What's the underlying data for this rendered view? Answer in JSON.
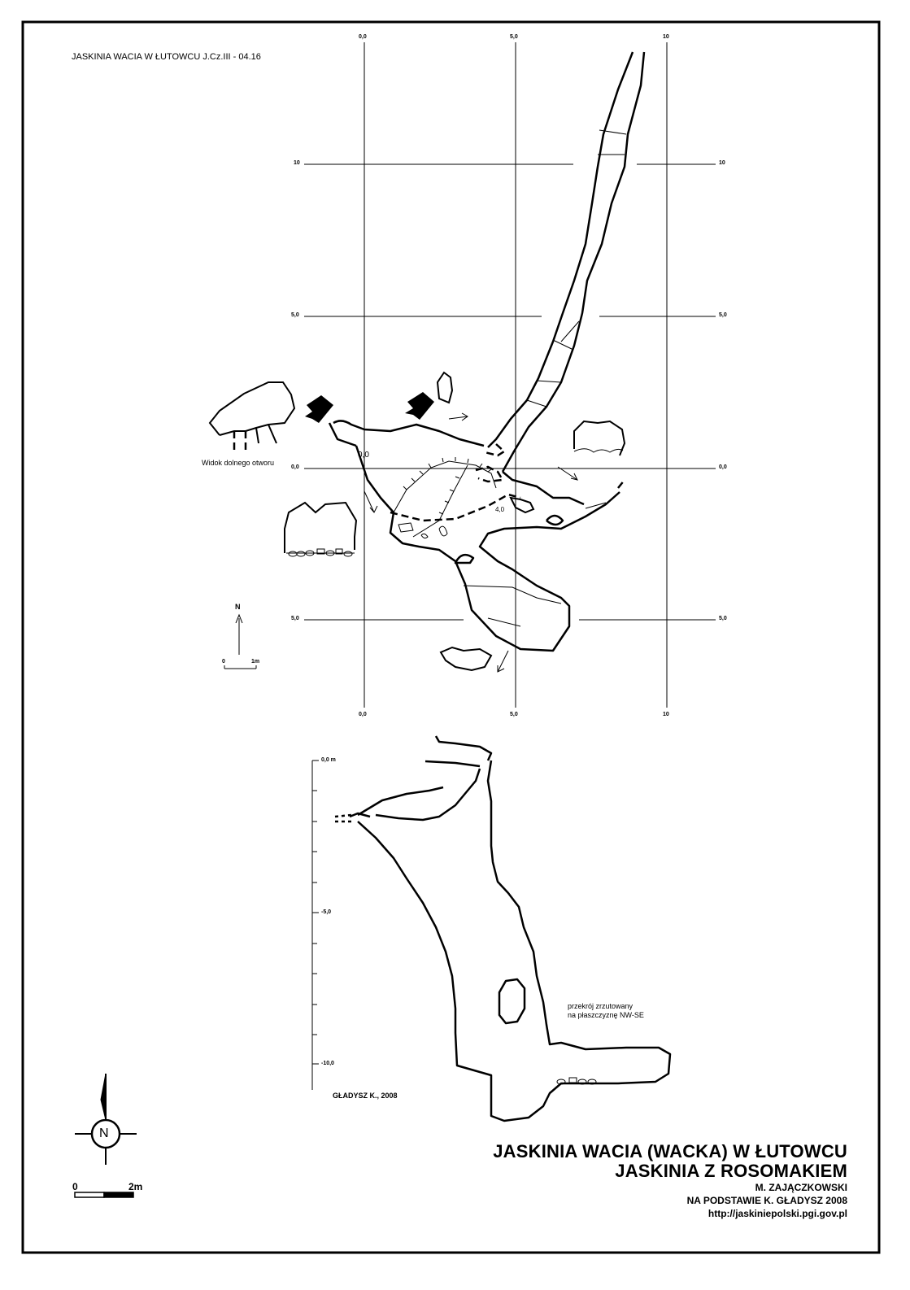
{
  "header": {
    "code_line": "JASKINIA WACIA W ŁUTOWCU  J.Cz.III - 04.16"
  },
  "plan": {
    "grid_top_labels": [
      "0,0",
      "5,0",
      "10"
    ],
    "grid_bottom_labels": [
      "0,0",
      "5,0",
      "10"
    ],
    "grid_left_labels": [
      "10",
      "5,0",
      "0,0",
      "5,0"
    ],
    "grid_right_labels": [
      "10",
      "5,0",
      "0,0",
      "5,0"
    ],
    "station_label_0": "0,0",
    "station_label_4": "4,0",
    "lower_entrance_caption": "Widok dolnego otworu",
    "north_arrow_label": "N",
    "scale_start": "0",
    "scale_end": "1m"
  },
  "section": {
    "depth_labels": [
      "0,0 m",
      "-5,0",
      "-10,0"
    ],
    "projection_note_line1": "przekrój zrzutowany",
    "projection_note_line2": "na płaszczyznę NW-SE",
    "surveyor": "GŁADYSZ K., 2008"
  },
  "legend": {
    "compass_letter": "N",
    "scale_start": "0",
    "scale_end": "2m"
  },
  "title": {
    "line1": "JASKINIA WACIA (WACKA) W ŁUTOWCU",
    "line2": "JASKINIA Z ROSOMAKIEM",
    "author": "M. ZAJĄCZKOWSKI",
    "based_on": "NA PODSTAWIE K. GŁADYSZ 2008",
    "url": "http://jaskiniepolski.pgi.gov.pl"
  }
}
